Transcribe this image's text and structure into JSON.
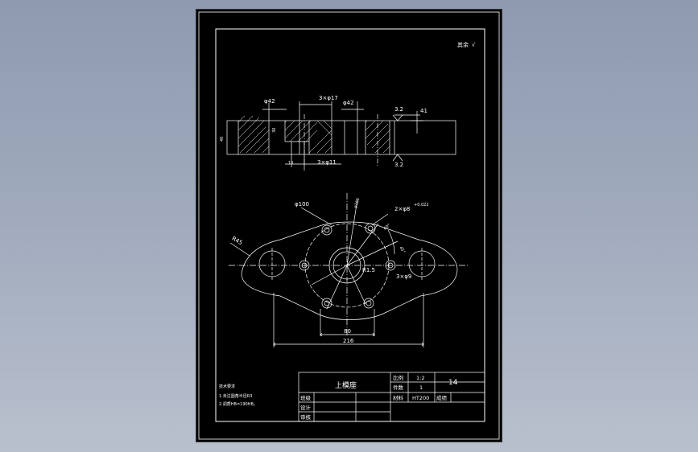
{
  "drawing": {
    "roughness_note": "其余",
    "section_view": {
      "dim_phi42_left": "φ42",
      "dim_3x17": "3×φ17",
      "dim_phi42_mid": "φ42",
      "dim_3x11": "3×φ11",
      "dim_ra32_top": "3.2",
      "dim_41": "41",
      "dim_ra32_bottom": "3.2",
      "dim_height_left": "40",
      "dim_height_mid": "30",
      "dim_small_left": "10"
    },
    "plan_view": {
      "dim_phi100": "φ100",
      "dim_phi160": "φ160",
      "dim_2x8": "2×φ8",
      "dim_2x8_tol": "+0.022",
      "dim_r45": "R45",
      "dim_60": "60°",
      "dim_45": "45°",
      "dim_r15": "R1.5",
      "dim_3x9": "3×φ9",
      "dim_80": "80",
      "dim_216": "216"
    },
    "tech_notes": {
      "title": "技术要求",
      "line1": "1.未注圆角半径R3",
      "line2": "2.调质HB=190HB。"
    },
    "title_block": {
      "part_name": "上模座",
      "scale_label": "比例",
      "scale_value": "1:2",
      "qty_label": "件数",
      "qty_value": "1",
      "material_label": "材料",
      "material_value": "HT200",
      "drawing_no": "14",
      "sheet_label": "成绩",
      "drawn_label": "班级",
      "designer_label": "设计",
      "checker_label": "审核"
    }
  }
}
